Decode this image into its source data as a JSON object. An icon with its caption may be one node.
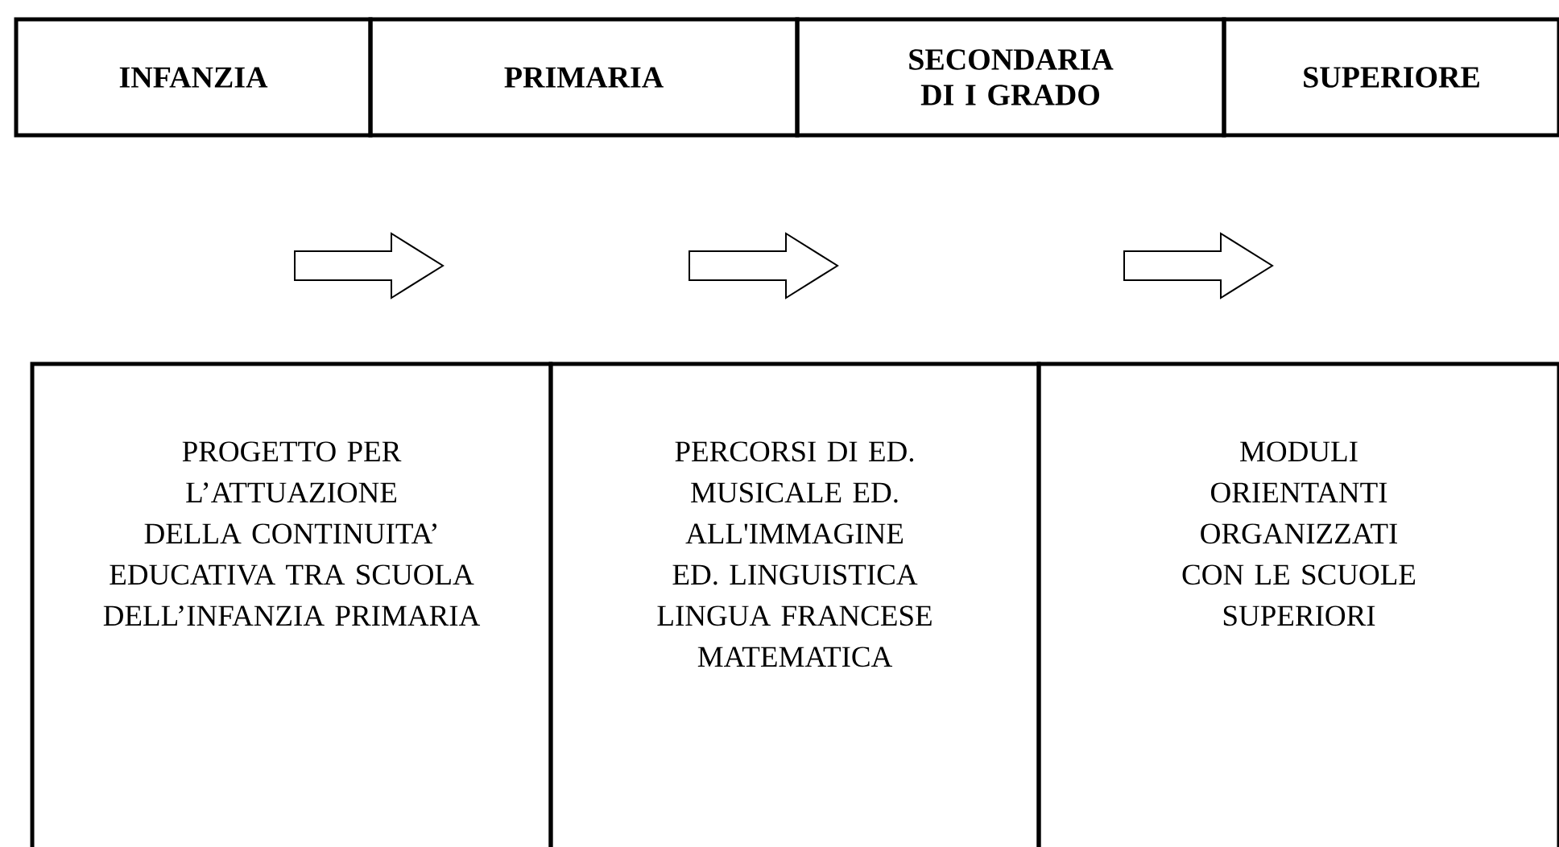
{
  "diagram": {
    "nodes": [
      {
        "text": [
          "INFANZIA"
        ]
      },
      {
        "text": [
          "PRIMARIA"
        ]
      },
      {
        "text": [
          "SECONDARIA DI I GRADO"
        ]
      },
      {
        "text": [
          "SUPERIORE"
        ]
      },
      {
        "text": [
          "PROGETTO PER L’ATTUAZIONE DELLA CONTINUITA’ EDUCATIVA TRA SCUOLA DELL’INFANZIA PRIMARIA"
        ]
      },
      {
        "text": [
          "PERCORSI DI ED. MUSICALE ED. ALL'IMMAGINE ED. LINGUISTICA LINGUA FRANCESE MATEMATICA"
        ]
      },
      {
        "text": [
          "MODULI ORIENTANTI ORGANIZZATI CON LE SCUOLE SUPERIORI"
        ]
      }
    ],
    "edges": []
  }
}
